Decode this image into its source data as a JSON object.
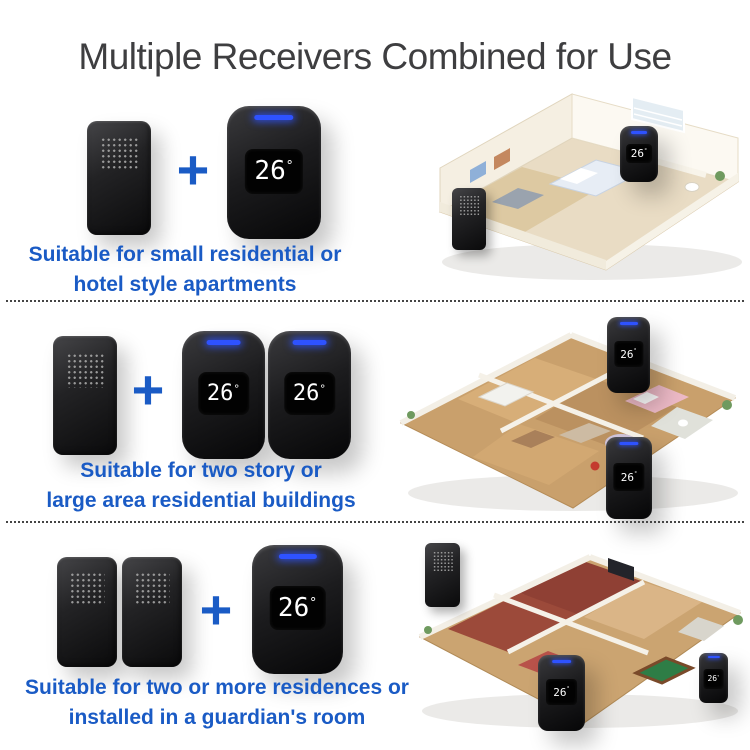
{
  "title": "Multiple Receivers Combined for Use",
  "plus_sign": "+",
  "colors": {
    "accent_blue": "#1a5bc5",
    "device_black": "#101012",
    "led_blue": "#2e52ff",
    "title_gray": "#3e3e40"
  },
  "device": {
    "temp_value": "26",
    "temp_unit": "°"
  },
  "sections": [
    {
      "id": "small-residential",
      "transmitter_count": 1,
      "receiver_count": 1,
      "caption_line1": "Suitable for small residential or",
      "caption_line2": "hotel style apartments"
    },
    {
      "id": "two-story",
      "transmitter_count": 1,
      "receiver_count": 2,
      "caption_line1": "Suitable for two story or",
      "caption_line2": "large area residential buildings"
    },
    {
      "id": "multi-residence",
      "transmitter_count": 2,
      "receiver_count": 1,
      "caption_line1": "Suitable for two or more residences or",
      "caption_line2": "installed in a guardian's room"
    }
  ]
}
